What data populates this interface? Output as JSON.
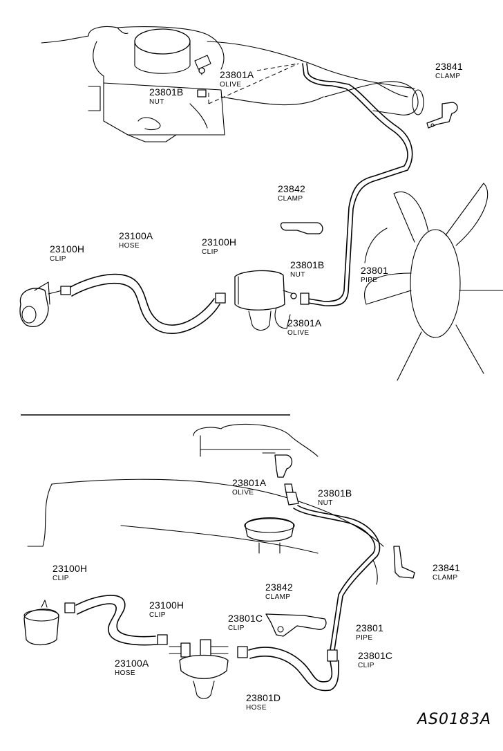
{
  "top_view": {
    "labels": [
      {
        "part": "23801A",
        "name": "OLIVE"
      },
      {
        "part": "23801B",
        "name": "NUT"
      },
      {
        "part": "23841",
        "name": "CLAMP"
      },
      {
        "part": "23842",
        "name": "CLAMP"
      },
      {
        "part": "23100A",
        "name": "HOSE"
      },
      {
        "part": "23100H",
        "name": "CLIP"
      },
      {
        "part": "23100H",
        "name": "CLIP"
      },
      {
        "part": "23801B",
        "name": "NUT"
      },
      {
        "part": "23801",
        "name": "PIPE"
      },
      {
        "part": "23801A",
        "name": "OLIVE"
      }
    ]
  },
  "bottom_view": {
    "labels": [
      {
        "part": "23801A",
        "name": "OLIVE"
      },
      {
        "part": "23801B",
        "name": "NUT"
      },
      {
        "part": "23841",
        "name": "CLAMP"
      },
      {
        "part": "23100H",
        "name": "CLIP"
      },
      {
        "part": "23842",
        "name": "CLAMP"
      },
      {
        "part": "23100H",
        "name": "CLIP"
      },
      {
        "part": "23801C",
        "name": "CLIP"
      },
      {
        "part": "23801",
        "name": "PIPE"
      },
      {
        "part": "23801C",
        "name": "CLIP"
      },
      {
        "part": "23100A",
        "name": "HOSE"
      },
      {
        "part": "23801D",
        "name": "HOSE"
      }
    ]
  },
  "diagram_code": "AS0183A"
}
